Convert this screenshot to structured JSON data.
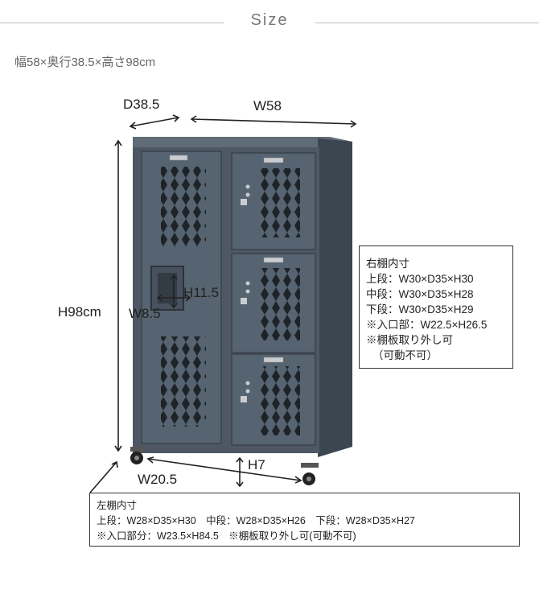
{
  "header": {
    "title": "Size",
    "summary": "幅58×奥行38.5×高さ98cm"
  },
  "dimensions": {
    "depth": "D38.5",
    "width": "W58",
    "height": "H98cm",
    "window_height": "H11.5",
    "window_width": "W8.5",
    "base_height": "H7",
    "base_width": "W20.5"
  },
  "right_shelf": {
    "title": "右棚内寸",
    "lines": [
      "上段：W30×D35×H30",
      "中段：W30×D35×H28",
      "下段：W30×D35×H29",
      "※入口部：W22.5×H26.5",
      "※棚板取り外し可",
      "（可動不可）"
    ]
  },
  "left_shelf": {
    "title": "左棚内寸",
    "line1": "上段：W28×D35×H30　中段：W28×D35×H26　下段：W28×D35×H27",
    "line2": "※入口部分：W23.5×H84.5　※棚板取り外し可(可動不可)"
  },
  "colors": {
    "cabinet": "#4d5864",
    "cabinet_dark": "#3c4651",
    "cabinet_light": "#5f6b77"
  }
}
